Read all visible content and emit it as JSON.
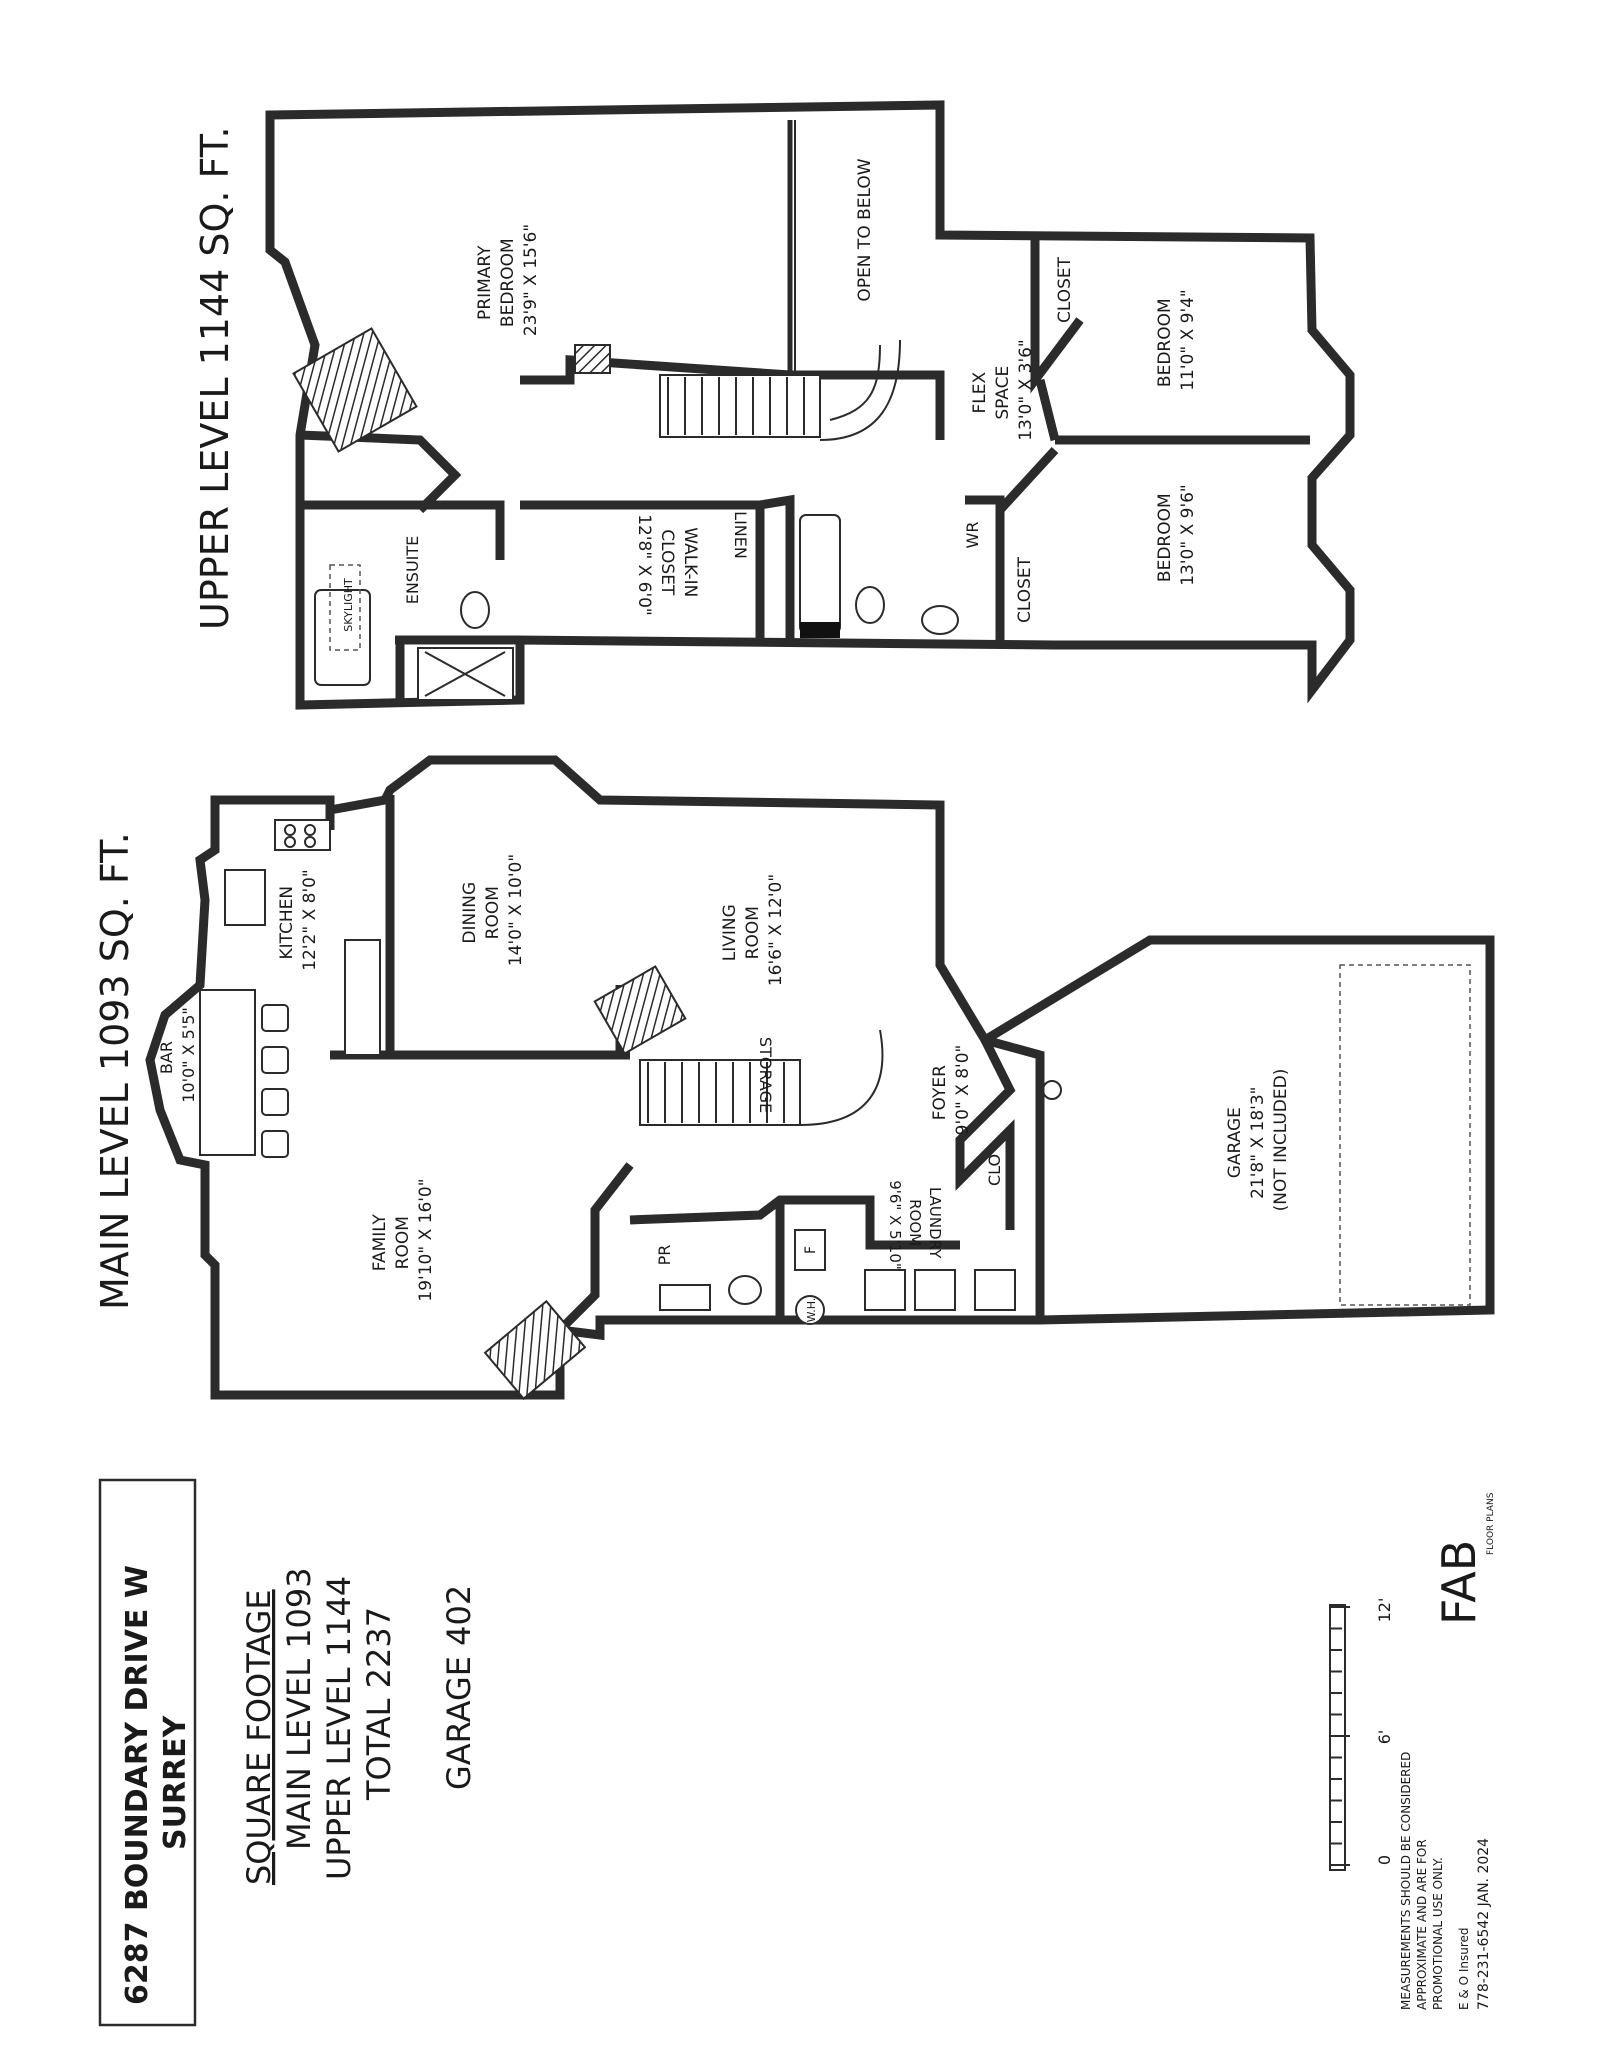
{
  "title_block": {
    "address_line1": "6287 BOUNDARY DRIVE W",
    "address_line2": "SURREY",
    "sqft_heading": "SQUARE FOOTAGE",
    "main_level": "MAIN LEVEL 1093",
    "upper_level": "UPPER LEVEL 1144",
    "total": "TOTAL 2237",
    "garage": "GARAGE 402"
  },
  "main_level": {
    "heading": "MAIN LEVEL 1093 SQ. FT.",
    "rooms": {
      "bar": [
        "BAR",
        "10'0\" X 5'5\""
      ],
      "kitchen": [
        "KITCHEN",
        "12'2\" X 8'0\""
      ],
      "dining": [
        "DINING",
        "ROOM",
        "14'0\" X 10'0\""
      ],
      "living": [
        "LIVING",
        "ROOM",
        "16'6\" X 12'0\""
      ],
      "family": [
        "FAMILY",
        "ROOM",
        "19'10\" X 16'0\""
      ],
      "storage": "STORAGE",
      "foyer": [
        "FOYER",
        "9'0\" X 8'0\""
      ],
      "clo": "CLO",
      "pr": "PR",
      "laundry": [
        "LAUNDRY",
        "ROOM",
        "9'6\" X 5'10\""
      ],
      "wh": "W.H.",
      "f": "F",
      "garage": [
        "GARAGE",
        "21'8\" X 18'3\"",
        "(NOT INCLUDED)"
      ]
    }
  },
  "upper_level": {
    "heading": "UPPER LEVEL 1144 SQ. FT.",
    "rooms": {
      "primary": [
        "PRIMARY",
        "BEDROOM",
        "23'9\" X 15'6\""
      ],
      "open_below": "OPEN TO BELOW",
      "flex": [
        "FLEX",
        "SPACE",
        "13'0\" X 3'6\""
      ],
      "closet_top": "CLOSET",
      "bedroom_top": [
        "BEDROOM",
        "11'0\" X 9'4\""
      ],
      "bedroom_bottom": [
        "BEDROOM",
        "13'0\" X 9'6\""
      ],
      "closet_bottom": "CLOSET",
      "wr": "WR",
      "linen": "LINEN",
      "walkin": [
        "WALK-IN",
        "CLOSET",
        "12'8\" X 6'0\""
      ],
      "ensuite": "ENSUITE",
      "skylight": "SKYLIGHT"
    }
  },
  "footer": {
    "scale_labels": [
      "0",
      "6'",
      "12'"
    ],
    "disclaimer": [
      "MEASUREMENTS SHOULD BE CONSIDERED",
      "APPROXIMATE AND ARE FOR",
      "PROMOTIONAL USE ONLY."
    ],
    "insured": "E & O Insured",
    "phone_date": "778-231-6542   JAN. 2024",
    "logo": "FAB",
    "logo_sub": "FLOOR PLANS"
  }
}
